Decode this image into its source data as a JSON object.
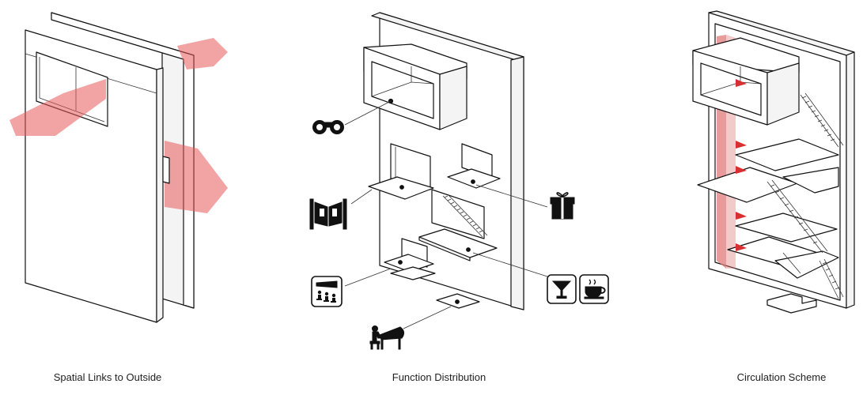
{
  "panels": [
    {
      "caption": "Spatial Links to Outside"
    },
    {
      "caption": "Function Distribution"
    },
    {
      "caption": "Circulation Scheme"
    }
  ],
  "function_icons": [
    {
      "icon": "binoculars-icon"
    },
    {
      "icon": "exhibition-panels-icon"
    },
    {
      "icon": "gift-icon"
    },
    {
      "icon": "cinema-audience-icon"
    },
    {
      "icon": "cocktail-glass-icon"
    },
    {
      "icon": "coffee-cup-icon"
    },
    {
      "icon": "pianist-icon"
    }
  ],
  "colors": {
    "accent_red": "#e85a5a",
    "line": "#111111",
    "circulation_red": "#e07a7a"
  }
}
